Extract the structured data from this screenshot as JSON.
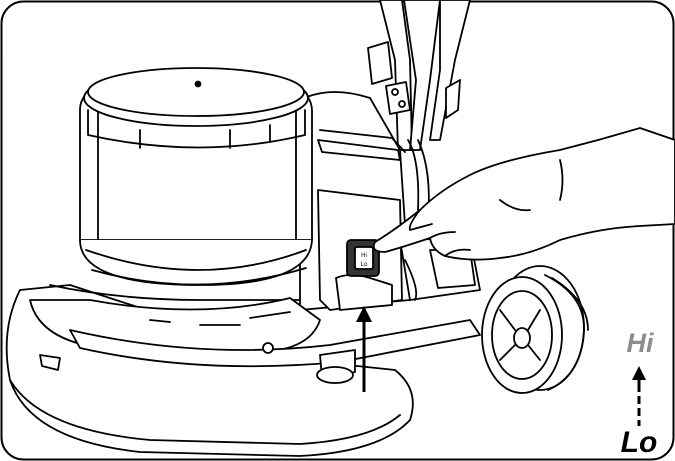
{
  "speed_indicator": {
    "high_label": "Hi",
    "low_label": "Lo",
    "high_color": "#8c8c8c",
    "low_color": "#000000"
  },
  "icons": {
    "machine": "floor-machine-illustration",
    "hand": "pointing-hand-icon",
    "switch": "speed-switch-icon",
    "arrow": "up-arrow-icon"
  }
}
